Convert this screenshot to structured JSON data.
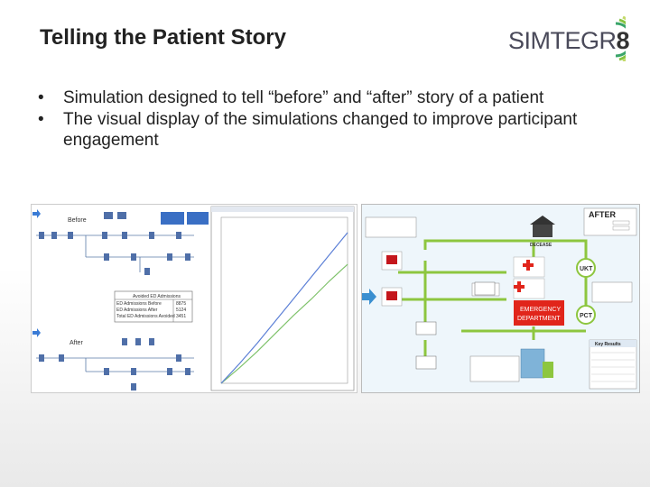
{
  "slide": {
    "title": "Telling the Patient Story",
    "logo_text": "SIMTEGR",
    "logo_digit": "8",
    "bullets": [
      "Simulation designed to tell “before” and “after” story of a patient",
      "The visual display of the simulations changed to improve participant engagement"
    ]
  },
  "before_image": {
    "before_label": "Before",
    "after_label": "After",
    "table": {
      "header": "Avoided ED Admissions",
      "rows": [
        [
          "ED Admissions Before",
          "8875"
        ],
        [
          "ED Admissions After",
          "5124"
        ],
        [
          "Total ED Admissions Avoided",
          "3451"
        ]
      ]
    },
    "chart_data": {
      "type": "line",
      "title": "",
      "xlabel": "",
      "ylabel": "",
      "series": [
        {
          "values": [
            0,
            1100,
            2300,
            3600,
            4900,
            6100,
            7400,
            8600
          ]
        },
        {
          "values": [
            0,
            1400,
            2900,
            4500,
            6100,
            7700,
            9300,
            10900
          ]
        }
      ],
      "ylim": [
        0,
        12000
      ],
      "colors": [
        "#7fc26b",
        "#5b7fd6"
      ]
    }
  },
  "after_image": {
    "after_title": "AFTER",
    "emergency_line1": "EMERGENCY",
    "emergency_line2": "DEPARTMENT",
    "ukt_label": "UKT",
    "pct_label": "PCT",
    "key_results": "Key Results",
    "decease": "DECEASE",
    "colors": {
      "flow": "#8dc63f",
      "emergency": "#e1251b",
      "background": "#d6eaf5"
    }
  }
}
